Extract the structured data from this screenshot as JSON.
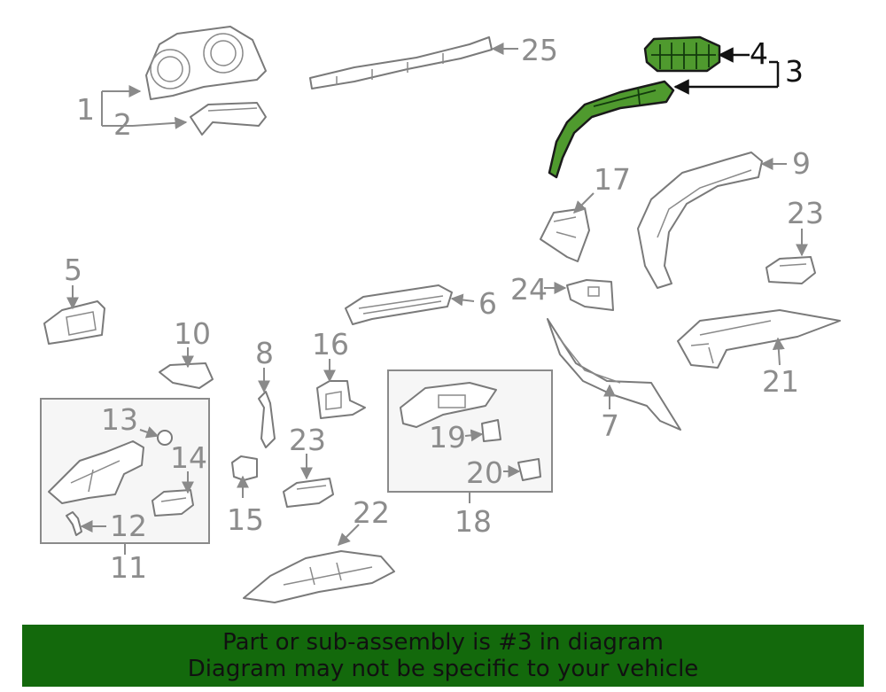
{
  "diagram": {
    "highlight_color": "#4f9a2e",
    "callouts": {
      "c1": "1",
      "c2": "2",
      "c3": "3",
      "c4": "4",
      "c5": "5",
      "c6": "6",
      "c7": "7",
      "c8": "8",
      "c9": "9",
      "c10": "10",
      "c11": "11",
      "c12": "12",
      "c13": "13",
      "c14": "14",
      "c15": "15",
      "c16": "16",
      "c17": "17",
      "c18": "18",
      "c19": "19",
      "c20": "20",
      "c21": "21",
      "c22": "22",
      "c23a": "23",
      "c23b": "23",
      "c24": "24",
      "c25": "25"
    }
  },
  "banner": {
    "background": "#13690c",
    "line1": "Part or sub-assembly is #3 in diagram",
    "line2": "Diagram may not be specific to your vehicle"
  }
}
